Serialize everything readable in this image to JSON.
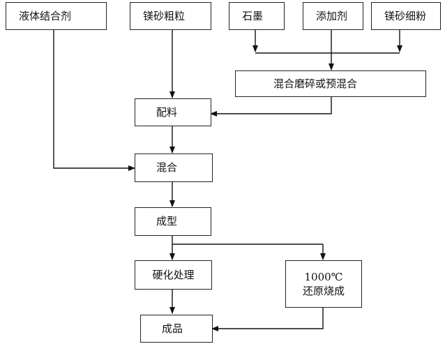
{
  "nodes": {
    "liquid_binder": "液体结合剂",
    "coarse_mgo": "镁砂粗粒",
    "graphite": "石墨",
    "additive": "添加剂",
    "fine_mgo": "镁砂细粉",
    "premix": "混合磨碎或预混合",
    "batching": "配料",
    "mixing": "混合",
    "forming": "成型",
    "hardening": "硬化处理",
    "reduction_line1": "1000℃",
    "reduction_line2": "还原烧成",
    "product": "成品"
  }
}
